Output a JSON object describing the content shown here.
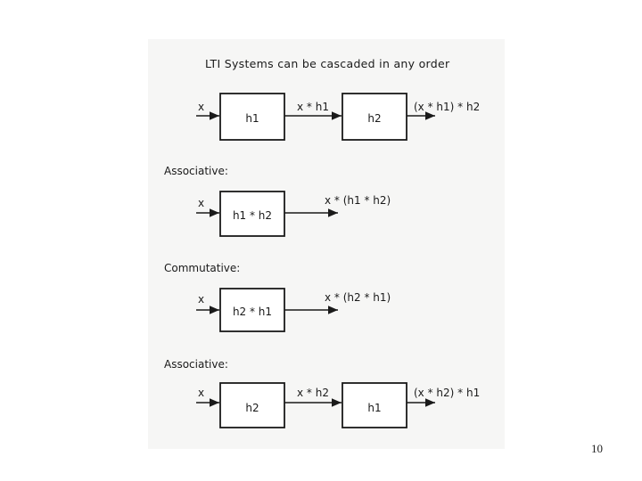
{
  "title": "LTI Systems can be cascaded in any order",
  "rows": [
    {
      "section": "",
      "input": "x",
      "blocks": [
        "h1",
        "h2"
      ],
      "mid": "x * h1",
      "output": "(x * h1) * h2"
    },
    {
      "section": "Associative:",
      "input": "x",
      "blocks": [
        "h1 * h2"
      ],
      "output": "x * (h1 * h2)"
    },
    {
      "section": "Commutative:",
      "input": "x",
      "blocks": [
        "h2 * h1"
      ],
      "output": "x * (h2 * h1)"
    },
    {
      "section": "Associative:",
      "input": "x",
      "blocks": [
        "h2",
        "h1"
      ],
      "mid": "x * h2",
      "output": "(x * h2) * h1"
    }
  ],
  "page_number": "10"
}
